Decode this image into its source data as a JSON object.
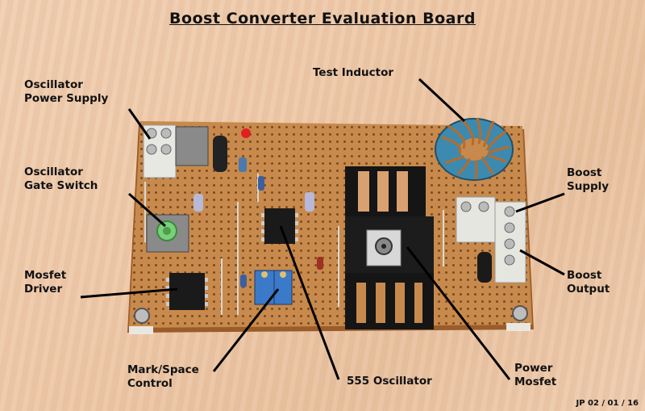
{
  "title": "Boost Converter Evaluation Board",
  "labels": {
    "oscillator_power_supply": [
      "Oscillator",
      "Power Supply"
    ],
    "oscillator_gate_switch": [
      "Oscillator",
      "Gate Switch"
    ],
    "mosfet_driver": [
      "Mosfet",
      "Driver"
    ],
    "mark_space_control": [
      "Mark/Space",
      "Control"
    ],
    "oscillator_555": "555 Oscillator",
    "test_inductor": "Test Inductor",
    "boost_supply": [
      "Boost",
      "Supply"
    ],
    "boost_output": [
      "Boost",
      "Output"
    ],
    "power_mosfet": [
      "Power",
      "Mosfet"
    ]
  },
  "credit": "JP 02 / 01 / 16",
  "colors": {
    "board": "#c9894a",
    "board_dark": "#9a5c2a",
    "inductor_core": "#3d8ab0",
    "copper_wire": "#b86b2a",
    "heatsink": "#1a1a1a",
    "terminal": "#e6e6e0"
  }
}
